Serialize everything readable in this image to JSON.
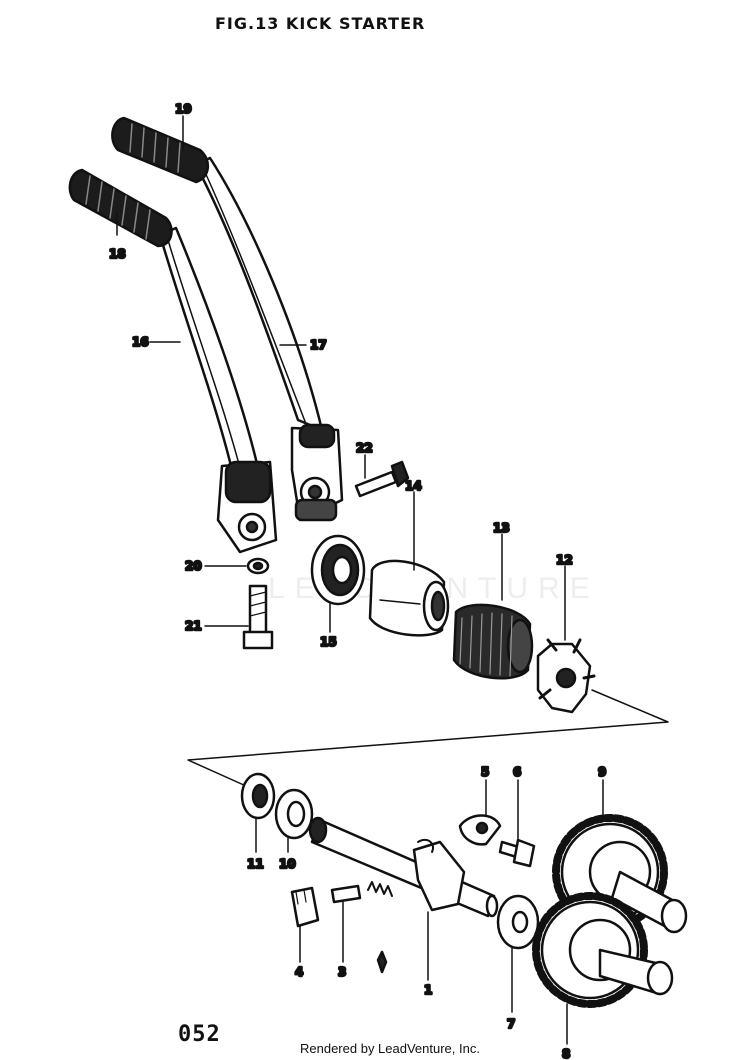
{
  "title": "FIG.13  KICK STARTER",
  "page_number": "052",
  "credit": "Rendered by LeadVenture, Inc.",
  "watermark": "LEADVENTURE",
  "colors": {
    "ink": "#111111",
    "paper": "#ffffff"
  },
  "callouts": [
    {
      "id": "1",
      "label": "1"
    },
    {
      "id": "3",
      "label": "3"
    },
    {
      "id": "4",
      "label": "4"
    },
    {
      "id": "5",
      "label": "5"
    },
    {
      "id": "6",
      "label": "6"
    },
    {
      "id": "7",
      "label": "7"
    },
    {
      "id": "8",
      "label": "8"
    },
    {
      "id": "9",
      "label": "9"
    },
    {
      "id": "10",
      "label": "10"
    },
    {
      "id": "11",
      "label": "11"
    },
    {
      "id": "12",
      "label": "12"
    },
    {
      "id": "13",
      "label": "13"
    },
    {
      "id": "14",
      "label": "14"
    },
    {
      "id": "15",
      "label": "15"
    },
    {
      "id": "16",
      "label": "16"
    },
    {
      "id": "17",
      "label": "17"
    },
    {
      "id": "18",
      "label": "18"
    },
    {
      "id": "19",
      "label": "19"
    },
    {
      "id": "20",
      "label": "20"
    },
    {
      "id": "21",
      "label": "21"
    },
    {
      "id": "22",
      "label": "22"
    }
  ]
}
